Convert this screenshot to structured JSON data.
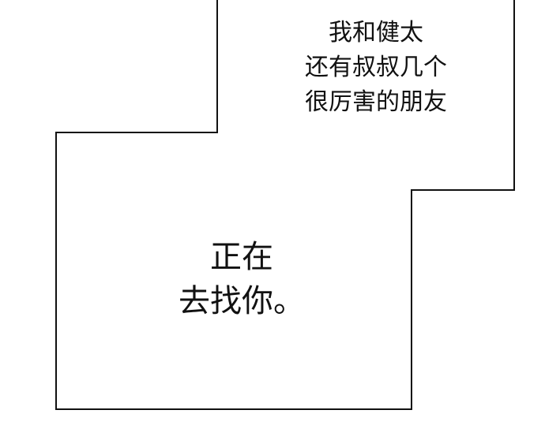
{
  "panel": {
    "border_color": "#111111",
    "background_color": "#ffffff"
  },
  "caption_top": {
    "lines": [
      "我和健太",
      "还有叔叔几个",
      "很厉害的朋友"
    ]
  },
  "caption_center": {
    "lines": [
      "正在",
      "去找你。"
    ]
  }
}
